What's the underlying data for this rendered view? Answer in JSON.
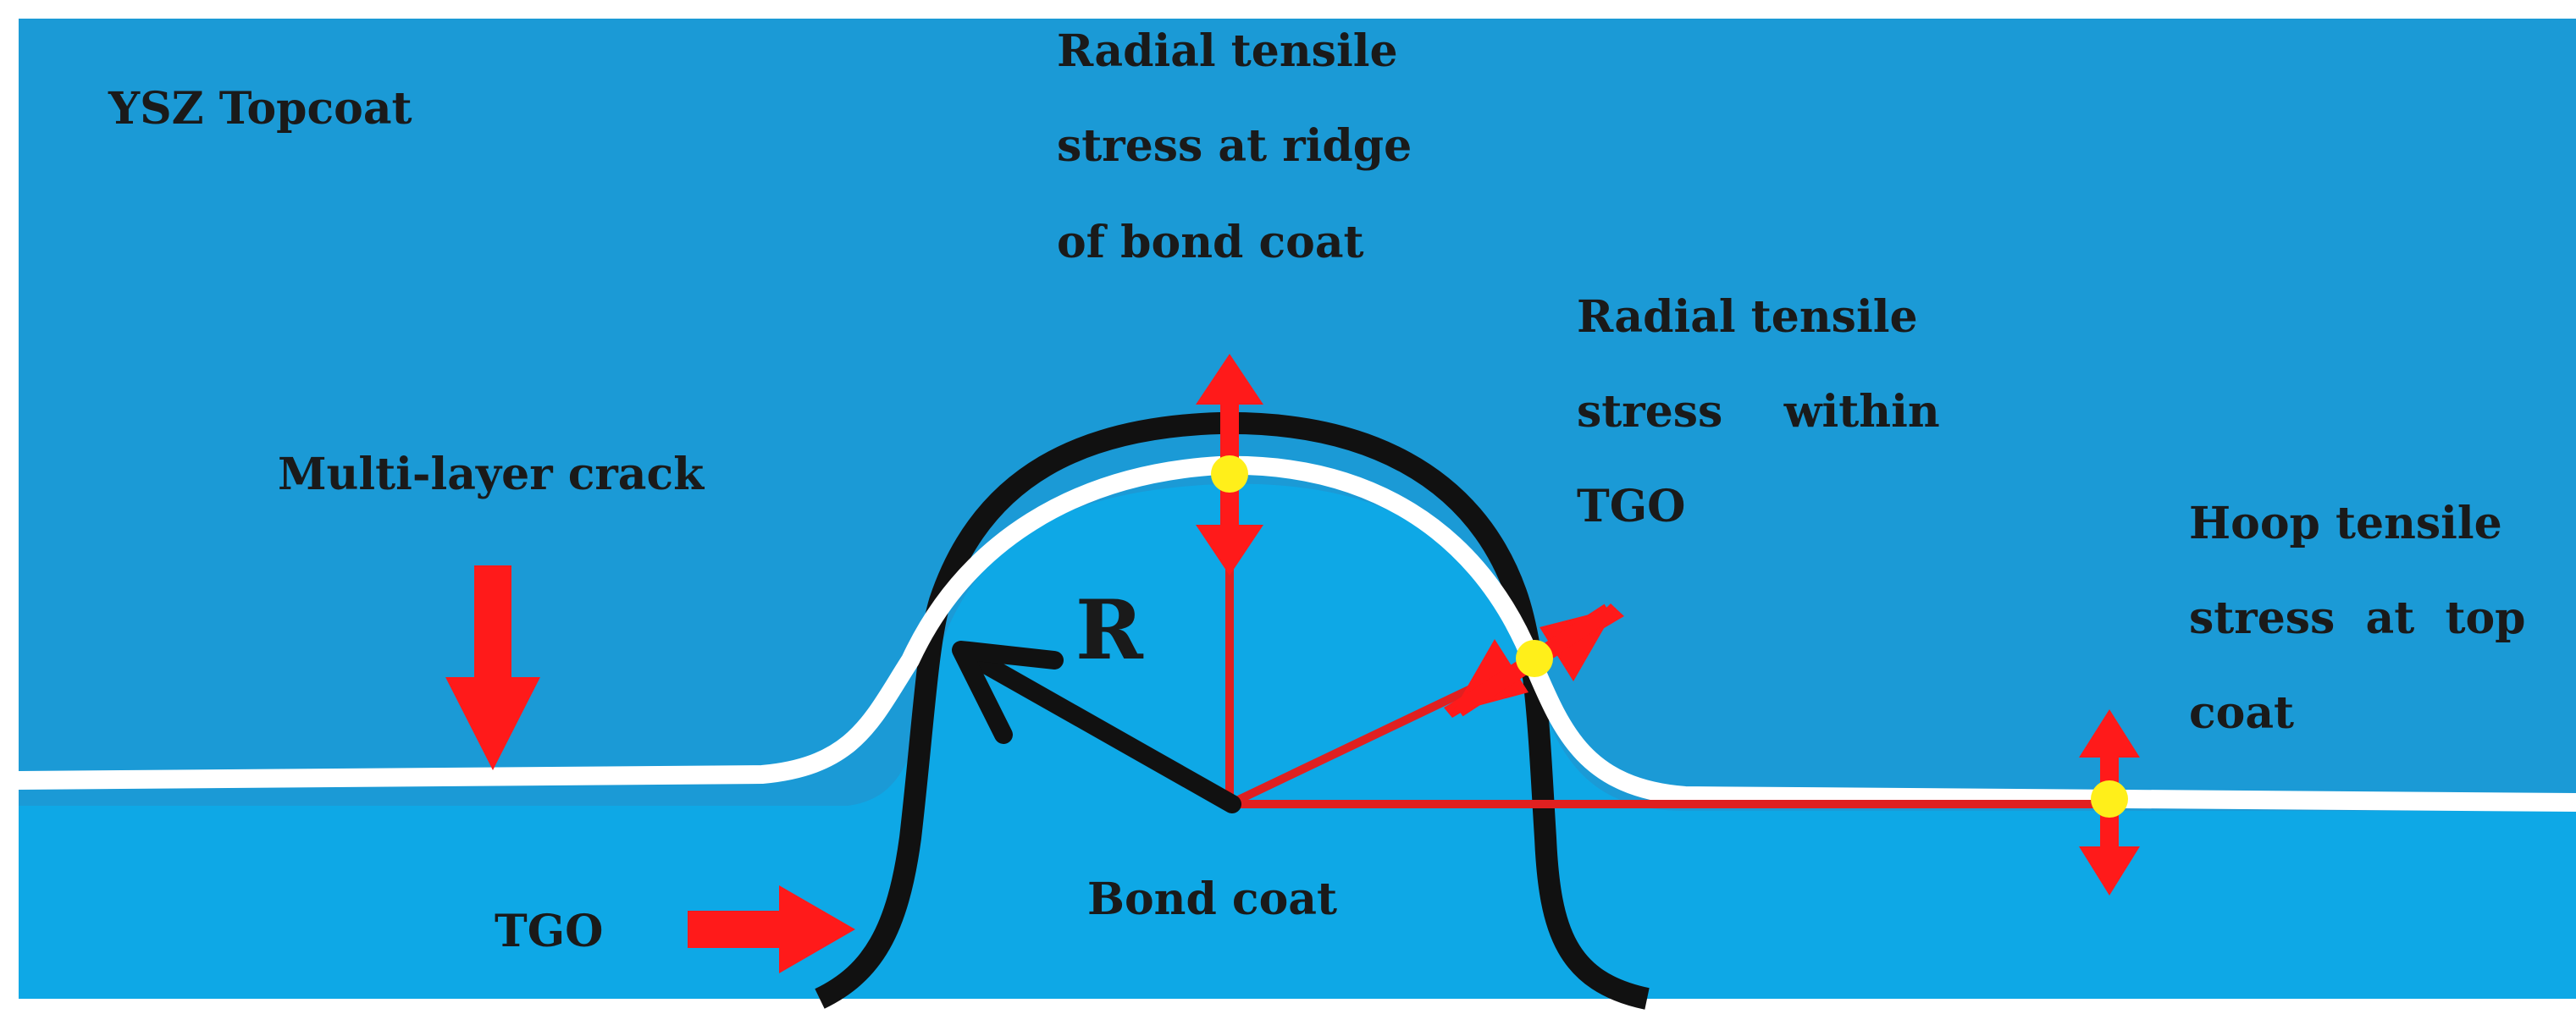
{
  "labels": {
    "topcoat": "YSZ Topcoat",
    "ridge_line1": "Radial tensile",
    "ridge_line2": "stress at ridge",
    "ridge_line3": "of bond coat",
    "within_line1": "Radial tensile",
    "within_line2": "stress    within",
    "within_line3": "TGO",
    "crack": "Multi-layer crack",
    "hoop_line1": "Hoop tensile",
    "hoop_line2": "stress  at  top",
    "hoop_line3": "coat",
    "radius": "R",
    "bond_coat": "Bond coat",
    "tgo": "TGO"
  },
  "colors": {
    "topcoat_blue": "#1b9ad6",
    "bondcoat_blue": "#0ea8e6",
    "tgo_black": "#111111",
    "crack_white": "#ffffff",
    "arrow_red": "#ff1a1a",
    "stress_line_red": "#e02020",
    "marker_yellow": "#ffef1a"
  }
}
